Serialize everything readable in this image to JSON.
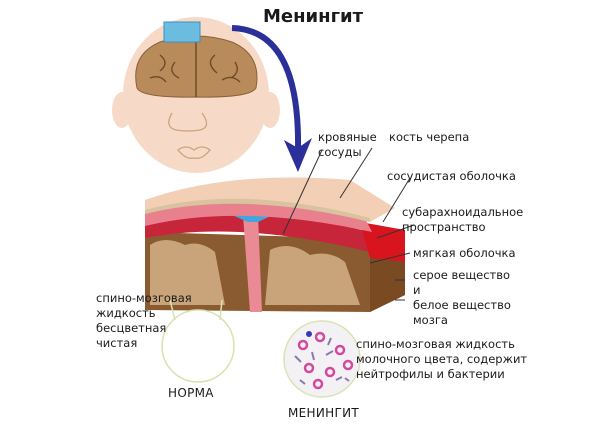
{
  "title": "Менингит",
  "labels": {
    "blood_vessels": [
      "кровяные",
      "сосуды"
    ],
    "skull_bone": "кость черепа",
    "dura_mater": "сосудистая оболочка",
    "subarachnoid_space": [
      "субарахноидальное",
      "пространство"
    ],
    "pia_mater": "мягкая оболочка",
    "gray_white_matter": [
      "серое вещество",
      "и",
      "белое вещество",
      "мозга"
    ],
    "normal_csf": [
      "спино-мозговая",
      "жидкость",
      "бесцветная",
      "чистая"
    ],
    "meningitis_csf": [
      "спино-мозговая жидкость",
      "молочного цвета, содержит",
      "нейтрофилы и бактерии"
    ]
  },
  "captions": {
    "normal": "НОРМА",
    "meningitis": "МЕНИНГИТ"
  },
  "colors": {
    "arrow": "#2a2f9a",
    "skin": "#f6d5c2",
    "brain": "#b98a5a",
    "bone": "#f2cfb5",
    "membrane": "#e9808e",
    "inflamed": "#d8141e",
    "csf_blue": "#3fa7e0",
    "circle_outline": "#d7e3b0"
  }
}
